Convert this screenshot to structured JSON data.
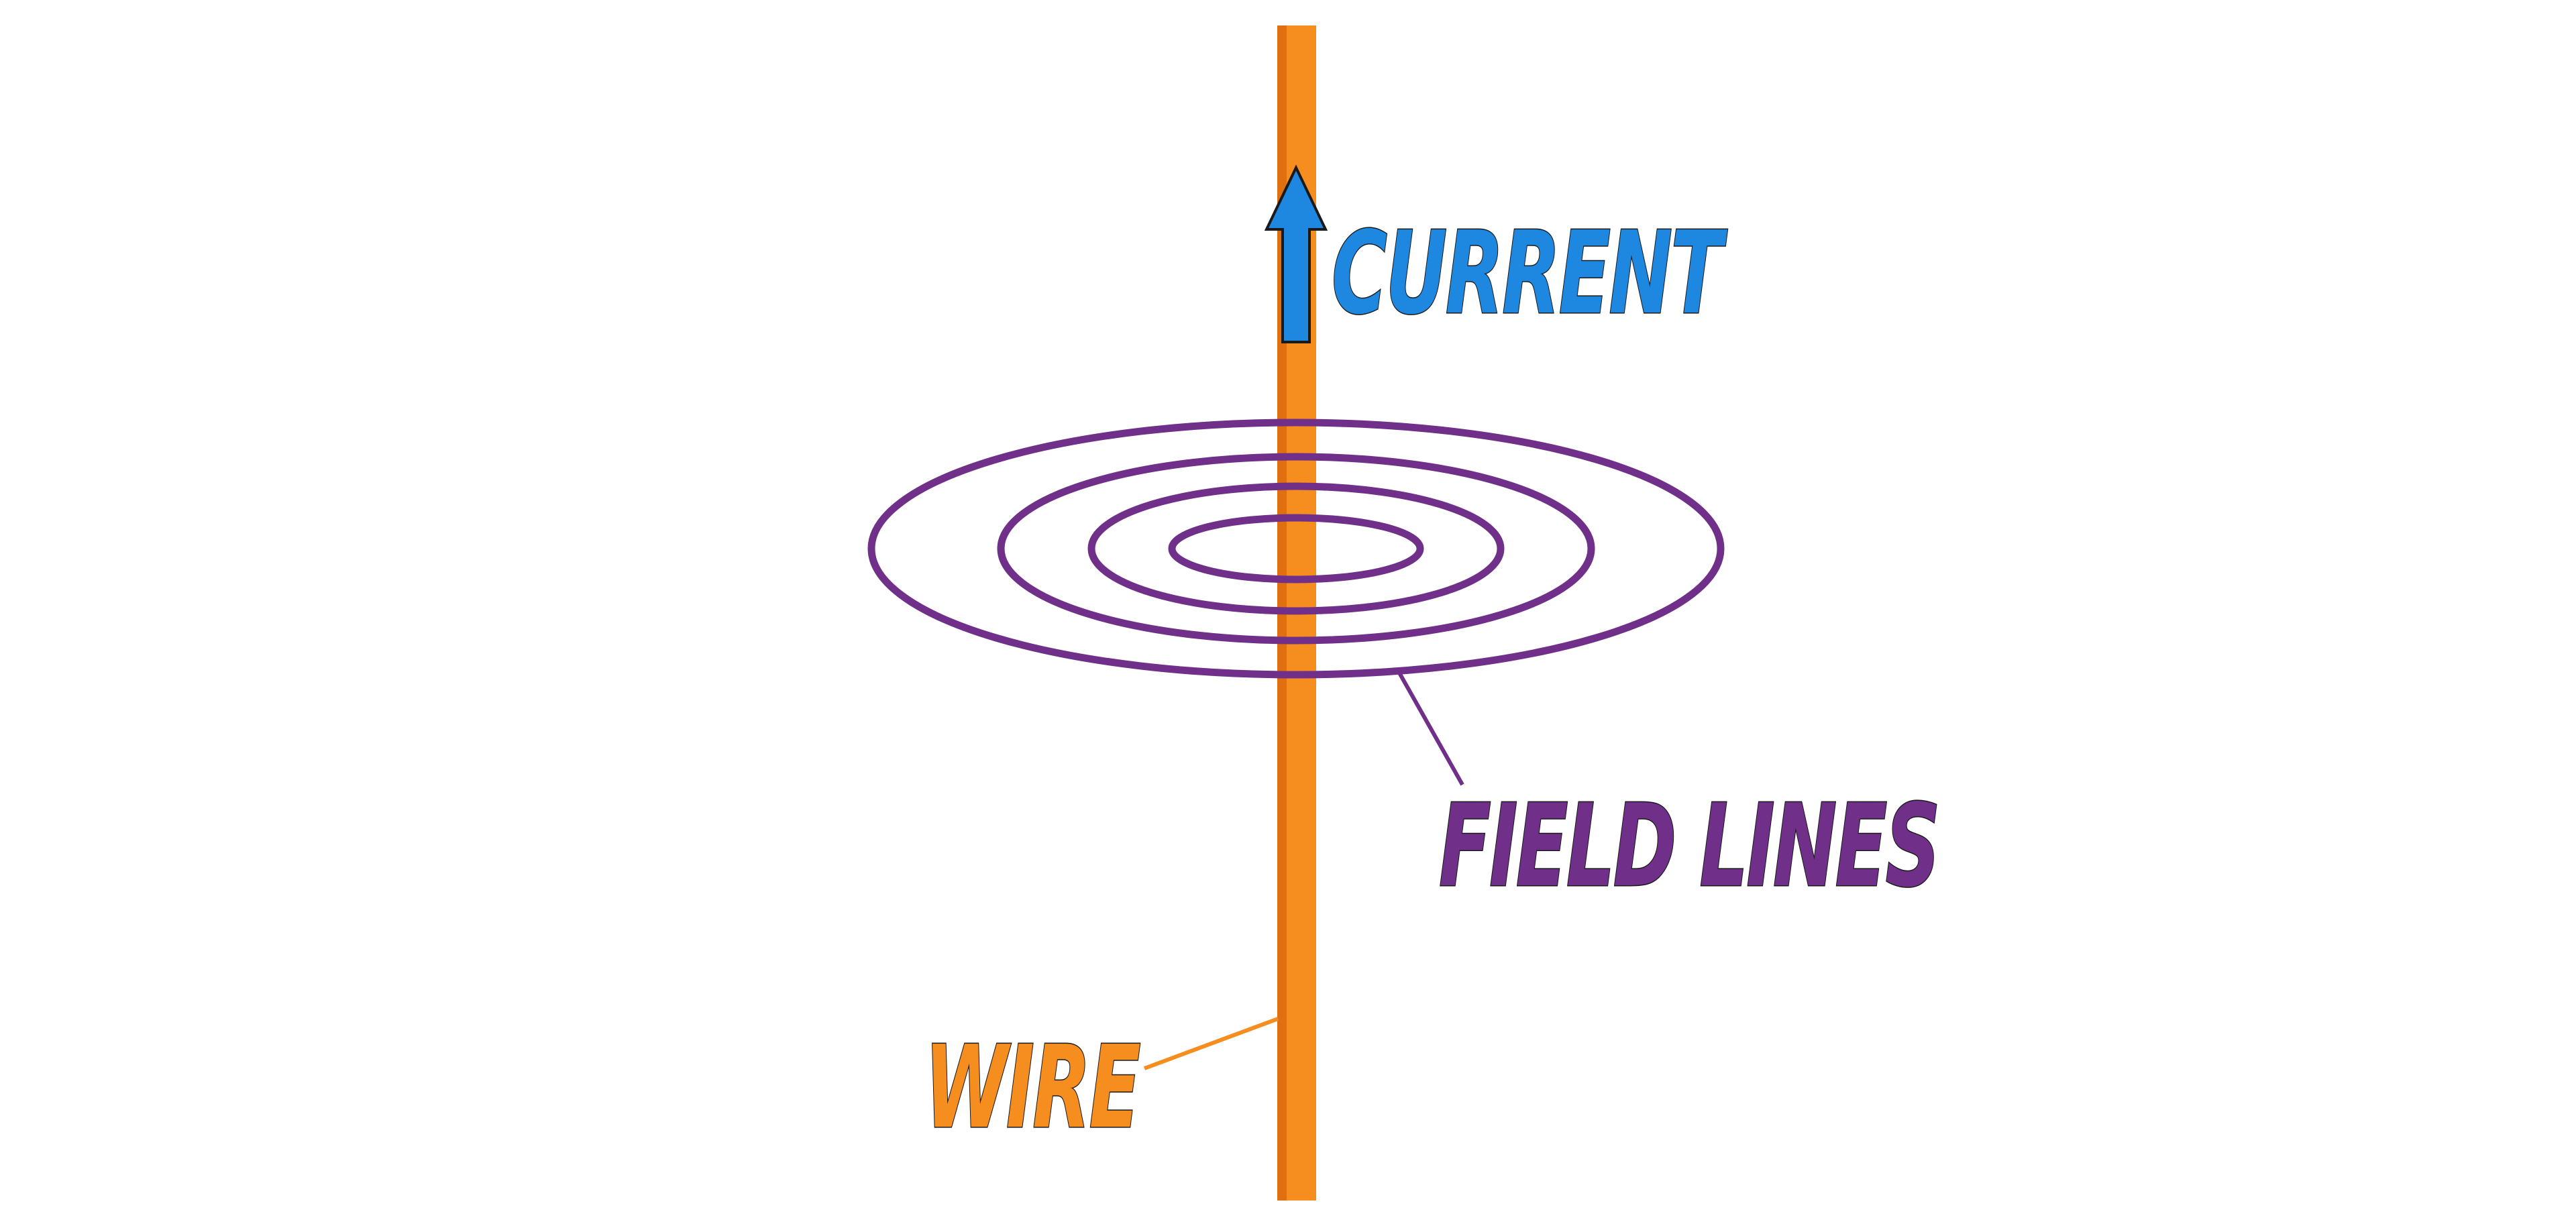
{
  "diagram": {
    "labels": {
      "current": "CURRENT",
      "field_lines": "FIELD LINES",
      "wire": "WIRE"
    },
    "colors": {
      "background": "#ffffff",
      "wire_main": "#F68D1F",
      "wire_shade": "#E06F10",
      "field_lines": "#70308A",
      "current": "#1E88E0",
      "outline": "#1a1a1a"
    },
    "field_line_count": 4,
    "icons": {
      "current_arrow": "arrow-up-icon"
    }
  }
}
